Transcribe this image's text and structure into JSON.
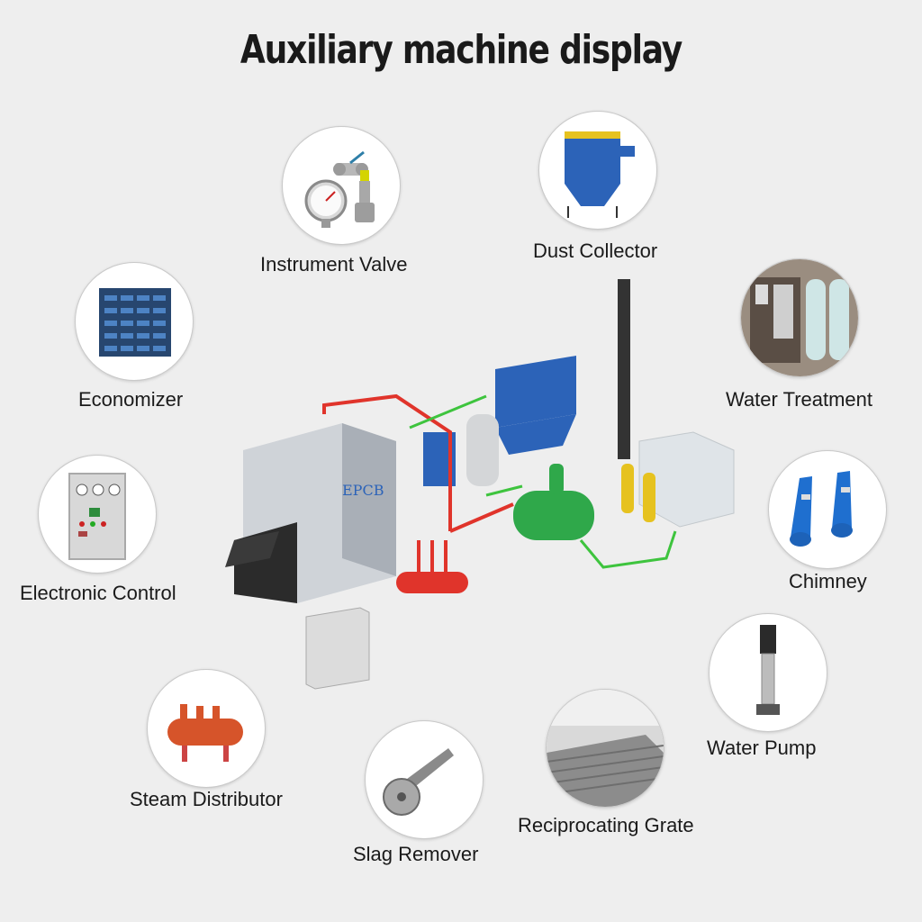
{
  "title": "Auxiliary machine display",
  "brand_logo_text": "EPCB",
  "components": {
    "instrument_valve": {
      "label": "Instrument Valve",
      "icon": "instrument-valve-icon"
    },
    "dust_collector": {
      "label": "Dust Collector",
      "icon": "dust-collector-icon"
    },
    "economizer": {
      "label": "Economizer",
      "icon": "economizer-icon"
    },
    "water_treatment": {
      "label": "Water Treatment",
      "icon": "water-treatment-icon"
    },
    "electronic_control": {
      "label": "Electronic Control",
      "icon": "control-cabinet-icon"
    },
    "chimney": {
      "label": "Chimney",
      "icon": "chimney-icon"
    },
    "water_pump": {
      "label": "Water Pump",
      "icon": "water-pump-icon"
    },
    "steam_distributor": {
      "label": "Steam Distributor",
      "icon": "steam-distributor-icon"
    },
    "slag_remover": {
      "label": "Slag Remover",
      "icon": "slag-remover-icon"
    },
    "reciprocating_grate": {
      "label": "Reciprocating Grate",
      "icon": "reciprocating-grate-icon"
    }
  },
  "colors": {
    "background": "#eeeeee",
    "steam_pipe": "#e0342b",
    "water_pipe": "#3ec43e",
    "equipment_blue": "#2c63b8",
    "tank_green": "#2fa84a"
  }
}
